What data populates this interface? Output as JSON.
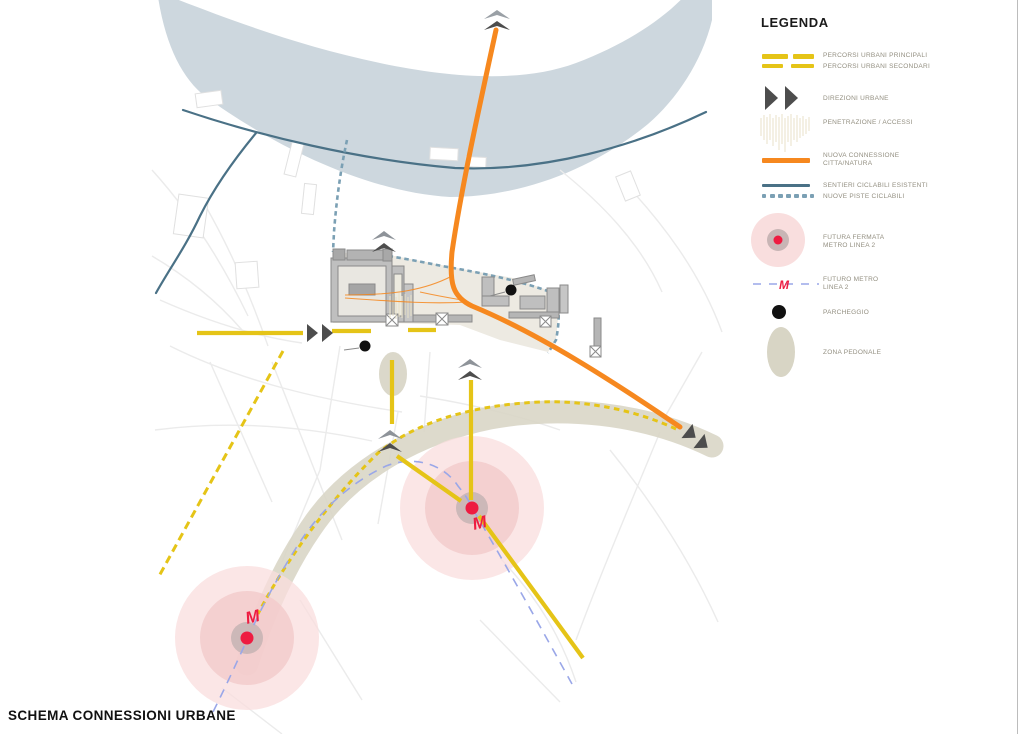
{
  "title": "SCHEMA CONNESSIONI URBANE",
  "legend": {
    "heading": "LEGENDA",
    "items": [
      {
        "id": "percorsi-urbani-principali",
        "label": "PERCORSI URBANI PRINCIPALI"
      },
      {
        "id": "percorsi-urbani-secondari",
        "label": "PERCORSI URBANI SECONDARI"
      },
      {
        "id": "direzioni-urbane",
        "label": "DIREZIONI URBANE"
      },
      {
        "id": "penetrazione-accessi",
        "label": "PENETRAZIONE / ACCESSI"
      },
      {
        "id": "nuova-connessione-citta-natura",
        "label_lines": [
          "NUOVA CONNESSIONE",
          "CITTA/NATURA"
        ]
      },
      {
        "id": "sentieri-ciclabili-esistenti",
        "label": "SENTIERI CICLABILI ESISTENTI"
      },
      {
        "id": "nuove-piste-ciclabili",
        "label": "NUOVE PISTE CICLABILI"
      },
      {
        "id": "futura-fermata-metro-linea-2",
        "label_lines": [
          "FUTURA FERMATA",
          "METRO LINEA 2"
        ]
      },
      {
        "id": "futuro-metro-linea-2",
        "label_lines": [
          "FUTURO METRO",
          "LINEA 2"
        ],
        "glyph": "M"
      },
      {
        "id": "parcheggio",
        "label": "PARCHEGGIO"
      },
      {
        "id": "zona-pedonale",
        "label": "ZONA PEDONALE"
      }
    ]
  },
  "map": {
    "metro_station_glyph": "M"
  },
  "colors": {
    "path_yellow": "#e5c417",
    "connection_orange": "#f6881f",
    "bike_existing_blue": "#4a7186",
    "bike_new_blue": "#7ba0b4",
    "metro_line_blue": "#9aa7e8",
    "metro_red": "#ee1c41",
    "station_pink_outer": "#f9dede",
    "station_pink_mid": "#f2caca",
    "station_pink_inner": "#c8b5b5",
    "parking_black": "#111111",
    "pedestrian_beige": "#d8d5c5",
    "river_blue_gray": "#cdd7de",
    "arrow_dark": "#4d4d4d",
    "hatch_cream": "#ece5d2"
  }
}
